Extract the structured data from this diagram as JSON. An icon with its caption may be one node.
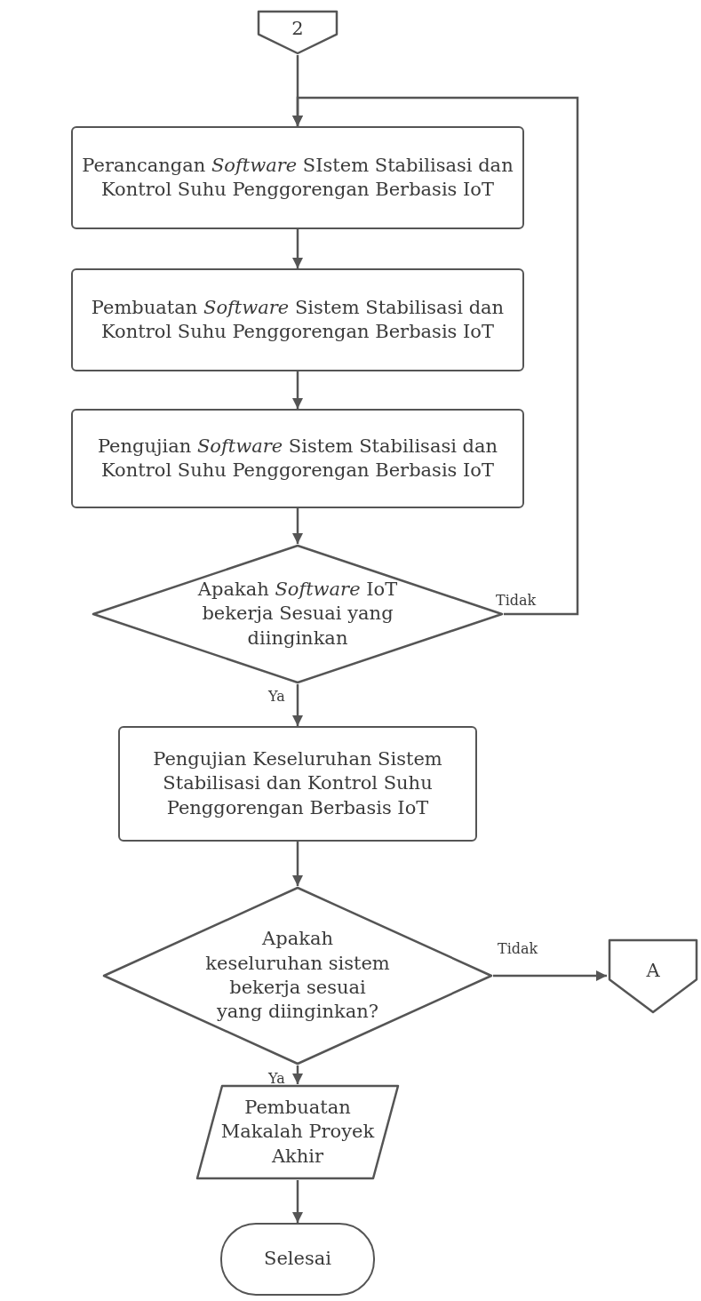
{
  "diagram": {
    "nodes": [
      {
        "text": [
          "2"
        ]
      },
      {
        "text": [
          "Perancangan *Software* SIstem Stabilisasi dan Kontrol Suhu Penggorengan Berbasis IoT"
        ]
      },
      {
        "text": [
          "Pembuatan *Software* Sistem Stabilisasi dan Kontrol Suhu Penggorengan Berbasis IoT"
        ]
      },
      {
        "text": [
          "Pengujian *Software* Sistem Stabilisasi dan Kontrol Suhu Penggorengan Berbasis IoT"
        ]
      },
      {
        "text": [
          "Apakah *Software* IoT bekerja Sesuai yang diinginkan"
        ]
      },
      {
        "text": [
          "Pengujian Keseluruhan Sistem Stabilisasi dan Kontrol Suhu Penggorengan Berbasis IoT"
        ]
      },
      {
        "text": [
          "Apakah keseluruhan sistem bekerja sesuai yang diinginkan?"
        ]
      },
      {
        "text": [
          "A"
        ]
      },
      {
        "text": [
          "Pembuatan Makalah Proyek Akhir"
        ]
      },
      {
        "text": [
          "Selesai"
        ]
      }
    ],
    "edges": [
      {
        "from": 0,
        "to": 1,
        "arrow": "to"
      },
      {
        "from": 1,
        "to": 2,
        "arrow": "to"
      },
      {
        "from": 2,
        "to": 3,
        "arrow": "to"
      },
      {
        "from": 3,
        "to": 4,
        "arrow": "to"
      },
      {
        "from": 4,
        "to": 1,
        "arrow": "to",
        "label": "Tidak"
      },
      {
        "from": 4,
        "to": 5,
        "arrow": "to",
        "label": "Ya"
      },
      {
        "from": 5,
        "to": 6,
        "arrow": "to"
      },
      {
        "from": 6,
        "to": 7,
        "arrow": "to",
        "label": "Tidak"
      },
      {
        "from": 6,
        "to": 8,
        "arrow": "to",
        "label": "Ya"
      },
      {
        "from": 8,
        "to": 9,
        "arrow": "to"
      }
    ]
  }
}
